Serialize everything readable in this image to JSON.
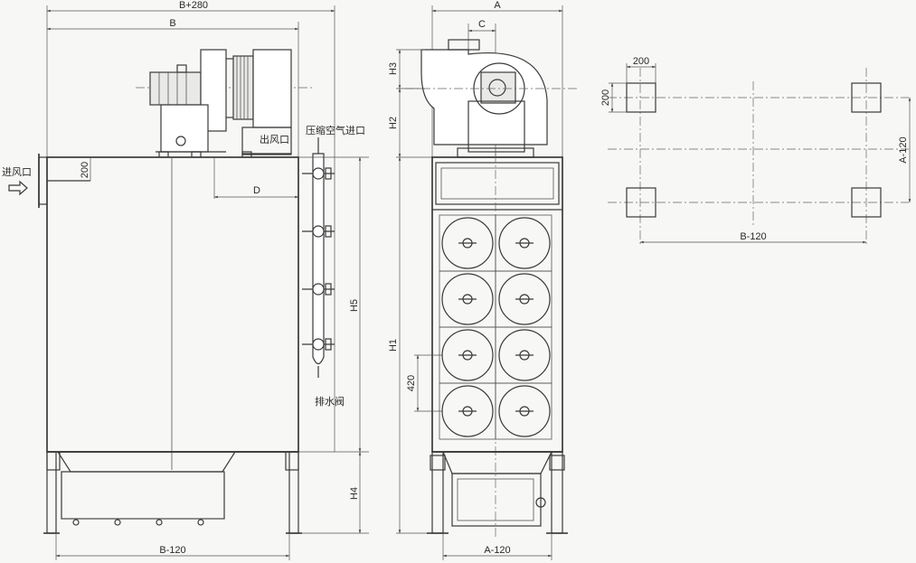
{
  "side_view": {
    "dim_top": "B+280",
    "dim_b": "B",
    "dim_bottom": "B-120",
    "dim_d": "D",
    "dim_inlet_200": "200",
    "dim_h5": "H5",
    "dim_h4": "H4",
    "label_inlet": "进风口",
    "label_outlet": "出风口",
    "label_air": "压缩空气进口",
    "label_drain": "排水阀"
  },
  "front_view": {
    "dim_a": "A",
    "dim_c": "C",
    "dim_h3": "H3",
    "dim_h2": "H2",
    "dim_h1": "H1",
    "dim_420": "420",
    "dim_bottom": "A-120"
  },
  "plan_view": {
    "dim_200_top": "200",
    "dim_200_side": "200",
    "dim_a120": "A-120",
    "dim_b120": "B-120"
  },
  "colors": {
    "line": "#3a3a3a",
    "paper": "#f7f7f5"
  }
}
